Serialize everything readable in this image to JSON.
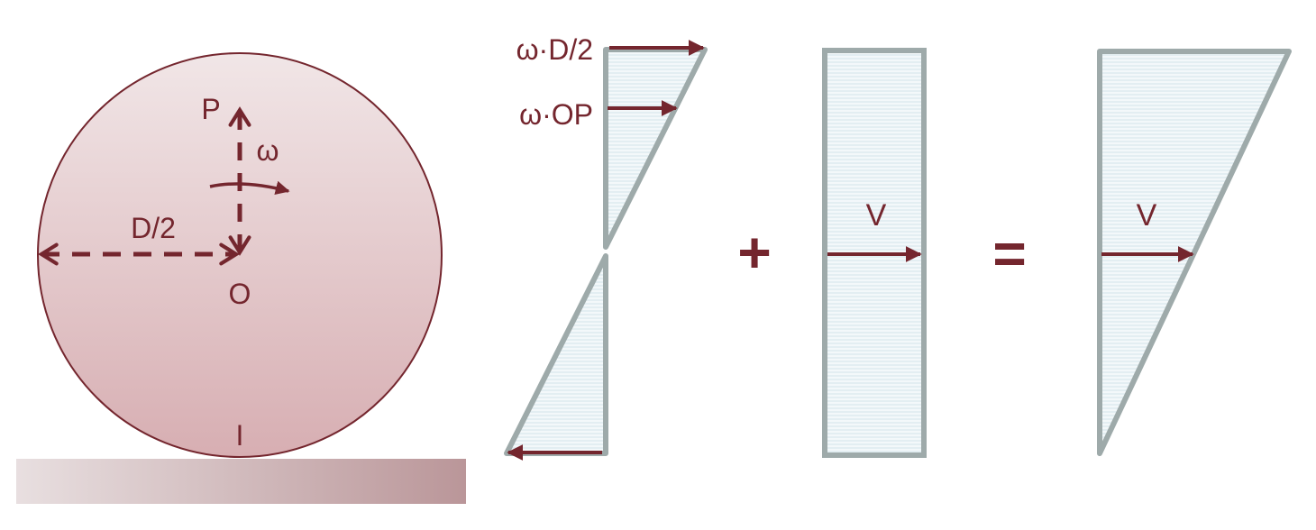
{
  "colors": {
    "accent": "#74262e",
    "outline": "#9eaaaa",
    "hatch": "#d8e8ee"
  },
  "wheel": {
    "label_P": "P",
    "label_omega": "ω",
    "label_radius": "D/2",
    "label_O": "O",
    "label_I": "I"
  },
  "rotation_profile": {
    "label_top": "ω·D/2",
    "label_op": "ω·OP"
  },
  "operators": {
    "plus": "+",
    "equals": "="
  },
  "translation_profile": {
    "label_v": "V"
  },
  "result_profile": {
    "label_v": "V"
  }
}
